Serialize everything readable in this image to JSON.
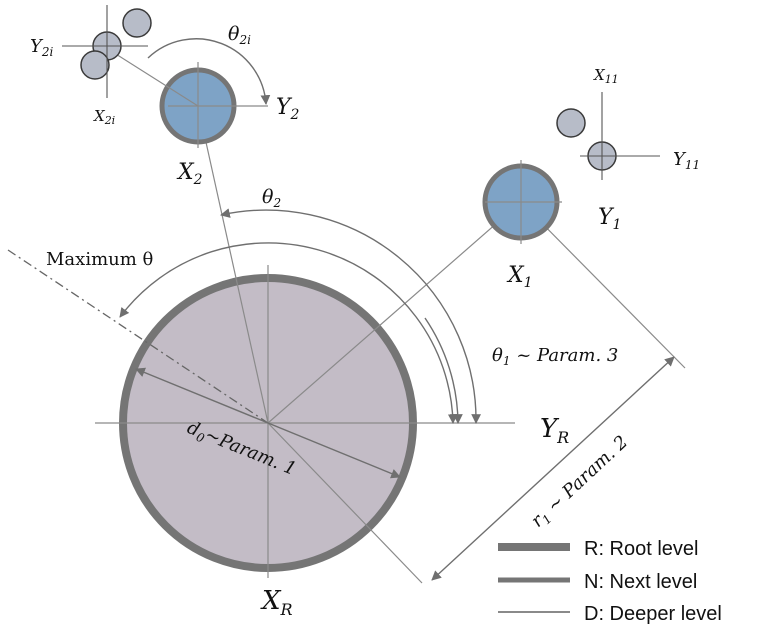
{
  "colors": {
    "root_fill": "#c3bcc6",
    "root_stroke": "#757575",
    "next_fill": "#7ea3c6",
    "next_stroke": "#757575",
    "deep_fill": "#b7bcc8",
    "deep_stroke": "#3a3a3a",
    "line": "#8a8a8a",
    "arrow": "#6f6f6f",
    "text": "#111111"
  },
  "labels": {
    "root_x": {
      "main": "X",
      "sub": "R"
    },
    "root_y": {
      "main": "Y",
      "sub": "R"
    },
    "n1_x": {
      "main": "X",
      "sub": "1"
    },
    "n1_y": {
      "main": "Y",
      "sub": "1"
    },
    "n2_x": {
      "main": "X",
      "sub": "2"
    },
    "n2_y": {
      "main": "Y",
      "sub": "2"
    },
    "d11_x": {
      "main": "X",
      "sub": "11"
    },
    "d11_y": {
      "main": "Y",
      "sub": "11"
    },
    "d2i_x": {
      "main": "X",
      "sub": "2i"
    },
    "d2i_y": {
      "main": "Y",
      "sub": "2i"
    },
    "theta2": {
      "main": "θ",
      "sub": "2"
    },
    "theta2i": {
      "main": "θ",
      "sub": "2i"
    },
    "max_theta": "Maximum θ",
    "theta1_param": {
      "main": "θ",
      "sub": "1",
      "rest": " ~ Param. 3"
    },
    "d0_param": {
      "main": "d",
      "sub": "0",
      "rest": "~Param. 1"
    },
    "r1_param": {
      "main": "r",
      "sub": "1",
      "rest": " ~ Param. 2"
    }
  },
  "legend": [
    {
      "label": "R: Root level",
      "weight": "thick"
    },
    {
      "label": "N: Next level",
      "weight": "medium"
    },
    {
      "label": "D: Deeper level",
      "weight": "thin"
    }
  ]
}
